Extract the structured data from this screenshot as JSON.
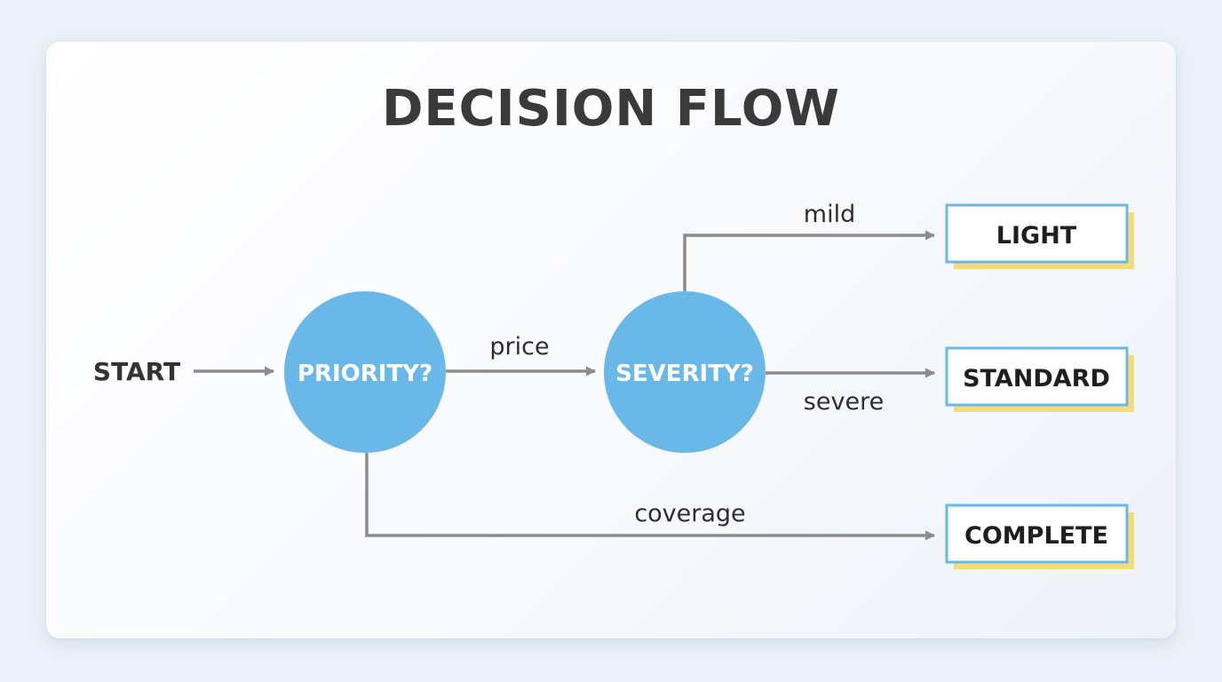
{
  "title": "DECISION FLOW",
  "colors": {
    "decision_fill": "#6ab8e8",
    "decision_text": "#ffffff",
    "outcome_border": "#6ab8e8",
    "outcome_shadow": "#f5dc7a",
    "edge": "#8c8c8c",
    "text": "#333333"
  },
  "nodes": {
    "start": "START",
    "priority": "PRIORITY?",
    "severity": "SEVERITY?",
    "light": "LIGHT",
    "standard": "STANDARD",
    "complete": "COMPLETE"
  },
  "edges": {
    "price": "price",
    "mild": "mild",
    "severe": "severe",
    "coverage": "coverage"
  }
}
